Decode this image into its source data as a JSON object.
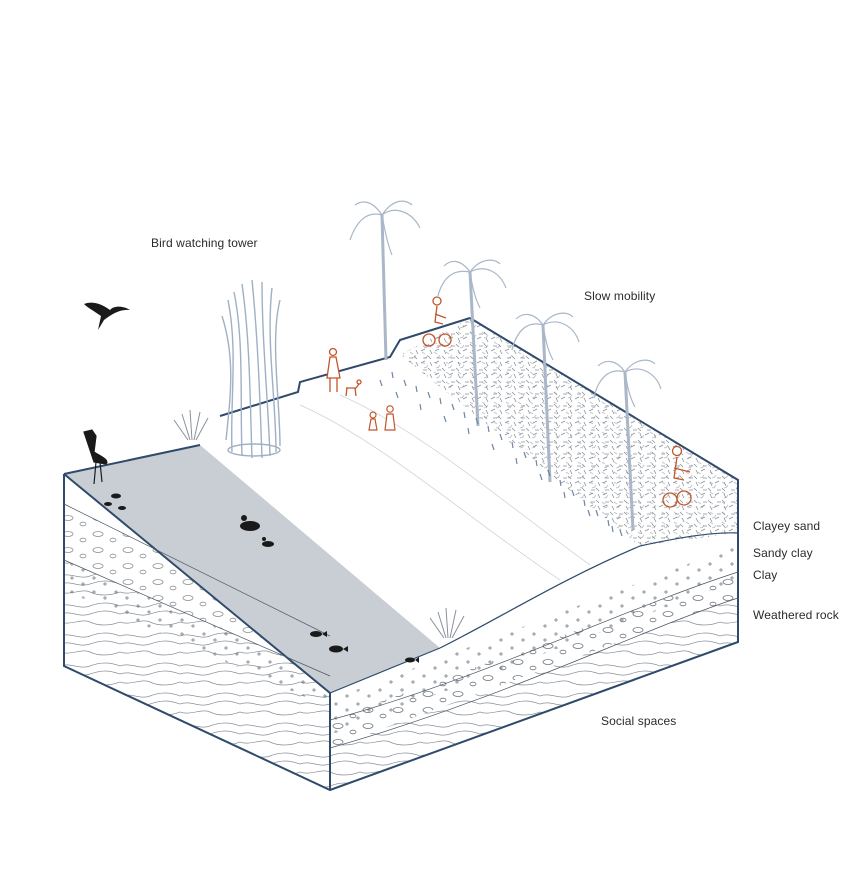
{
  "labels": {
    "bird_tower": "Bird watching tower",
    "slow_mobility": "Slow mobility",
    "social_spaces": "Social spaces",
    "soil_layers": [
      "Clayey sand",
      "Sandy clay",
      "Clay",
      "Weathered rock"
    ]
  },
  "colors": {
    "outline": "#2f4a6b",
    "water": "#c9ced4",
    "people": "#c2562b",
    "birds": "#1a1a1a",
    "palms": "#a9b7c9",
    "hatch": "#9aa0a6"
  },
  "icons": [
    "flying-bird-icon",
    "heron-icon",
    "duck-icon",
    "fish-icon",
    "palm-tree-icon",
    "cyclist-icon",
    "pedestrian-icon",
    "dog-icon",
    "reed-grass-icon"
  ]
}
